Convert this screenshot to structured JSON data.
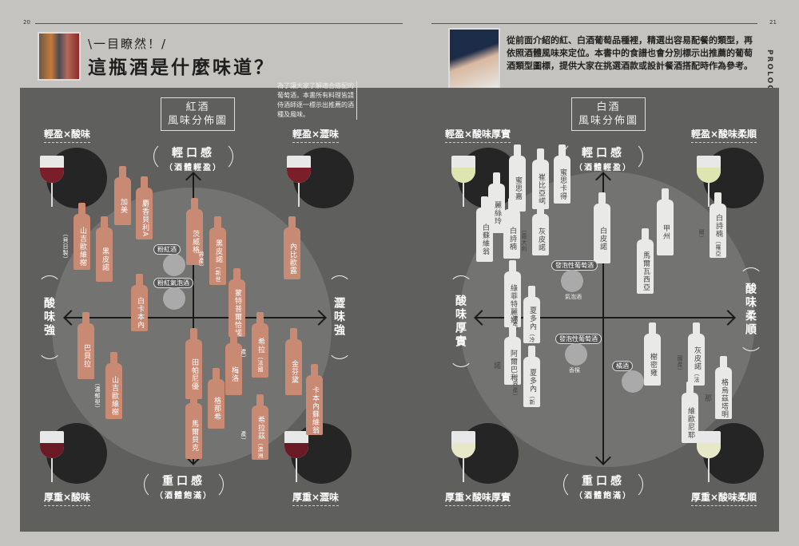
{
  "left_page": {
    "page_number": "20",
    "kicker": "\\一目瞭然！/",
    "title": "這瓶酒是什麼味道？",
    "note": "為了讓大家了解適合搭配的葡萄酒，本書所有料理皆請侍酒師逐一標示出推薦的酒種及風味。",
    "chart_title_1": "紅酒",
    "chart_title_2": "風味分佈圖",
    "top": {
      "main": "輕口感",
      "sub": "（酒體輕盈）"
    },
    "bottom": {
      "main": "重口感",
      "sub": "（酒體飽滿）"
    },
    "left": "酸味強",
    "right": "澀味強",
    "corners": [
      "輕盈×酸味",
      "輕盈×澀味",
      "厚重×酸味",
      "厚重×澀味"
    ],
    "bottles": [
      {
        "name": "加美"
      },
      {
        "name": "麝香貝利A"
      },
      {
        "name": "山吉歐維榭",
        "note": "（貝日製）"
      },
      {
        "name": "黑皮諾"
      },
      {
        "name": "茨威格"
      },
      {
        "name": "黑皮諾",
        "note": "（新世界產）"
      },
      {
        "name": "內比歐露"
      },
      {
        "name": "白卡本內"
      },
      {
        "name": "蒙特普爾恰諾"
      },
      {
        "name": "巴貝拉"
      },
      {
        "name": "田帕尼優"
      },
      {
        "name": "梅洛"
      },
      {
        "name": "希拉",
        "note": "（法國產）"
      },
      {
        "name": "金芬黛"
      },
      {
        "name": "山吉歐維榭",
        "note": "（濃郁型）"
      },
      {
        "name": "格那希"
      },
      {
        "name": "卡本內蘇維翁"
      },
      {
        "name": "馬爾貝克"
      },
      {
        "name": "希拉茲",
        "note": "（澳洲產）"
      }
    ],
    "icons": [
      {
        "label": "粉紅酒"
      },
      {
        "label": "粉紅氣泡酒"
      }
    ]
  },
  "right_page": {
    "page_number": "21",
    "section": "PROLOGUE",
    "intro": "從前面介紹的紅、白酒葡萄品種裡，精選出容易配餐的類型，再依照酒體風味來定位。本書中的食譜也會分別標示出推薦的葡萄酒類型圖標，提供大家在挑選酒款或設計餐酒搭配時作為參考。",
    "chart_title_1": "白酒",
    "chart_title_2": "風味分佈圖",
    "top": {
      "main": "輕口感",
      "sub": "（酒體輕盈）"
    },
    "bottom": {
      "main": "重口感",
      "sub": "（酒體飽滿）"
    },
    "left": "酸味厚實",
    "right": "酸味柔順",
    "corners": [
      "輕盈×酸味厚實",
      "輕盈×酸味柔順",
      "厚重×酸味厚實",
      "厚重×酸味柔順"
    ],
    "bottles": [
      {
        "name": "蜜思嘉"
      },
      {
        "name": "崔比亞諾"
      },
      {
        "name": "蜜思卡得"
      },
      {
        "name": "麗絲玲"
      },
      {
        "name": "灰皮諾",
        "note": "（義大利產）"
      },
      {
        "name": "白蘇維翁"
      },
      {
        "name": "白詩楠"
      },
      {
        "name": "白皮諾"
      },
      {
        "name": "甲州"
      },
      {
        "name": "馬爾瓦西亞"
      },
      {
        "name": "白詩楠",
        "note": "（羅亞爾）"
      },
      {
        "name": "綠菲特麗娜"
      },
      {
        "name": "夏多內",
        "note": "（冷涼產）"
      },
      {
        "name": "阿爾巴利諾"
      },
      {
        "name": "夏多內",
        "note": "（新世界產）"
      },
      {
        "name": "榭密雍"
      },
      {
        "name": "灰皮諾",
        "note": "（法國產）"
      },
      {
        "name": "格烏茲塔明那"
      },
      {
        "name": "維歐尼耶"
      }
    ],
    "icons": [
      {
        "label": "發泡性葡萄酒",
        "sub": "氣泡酒"
      },
      {
        "label": "發泡性葡萄酒",
        "sub": "香檳"
      },
      {
        "label": "橘酒"
      }
    ]
  }
}
